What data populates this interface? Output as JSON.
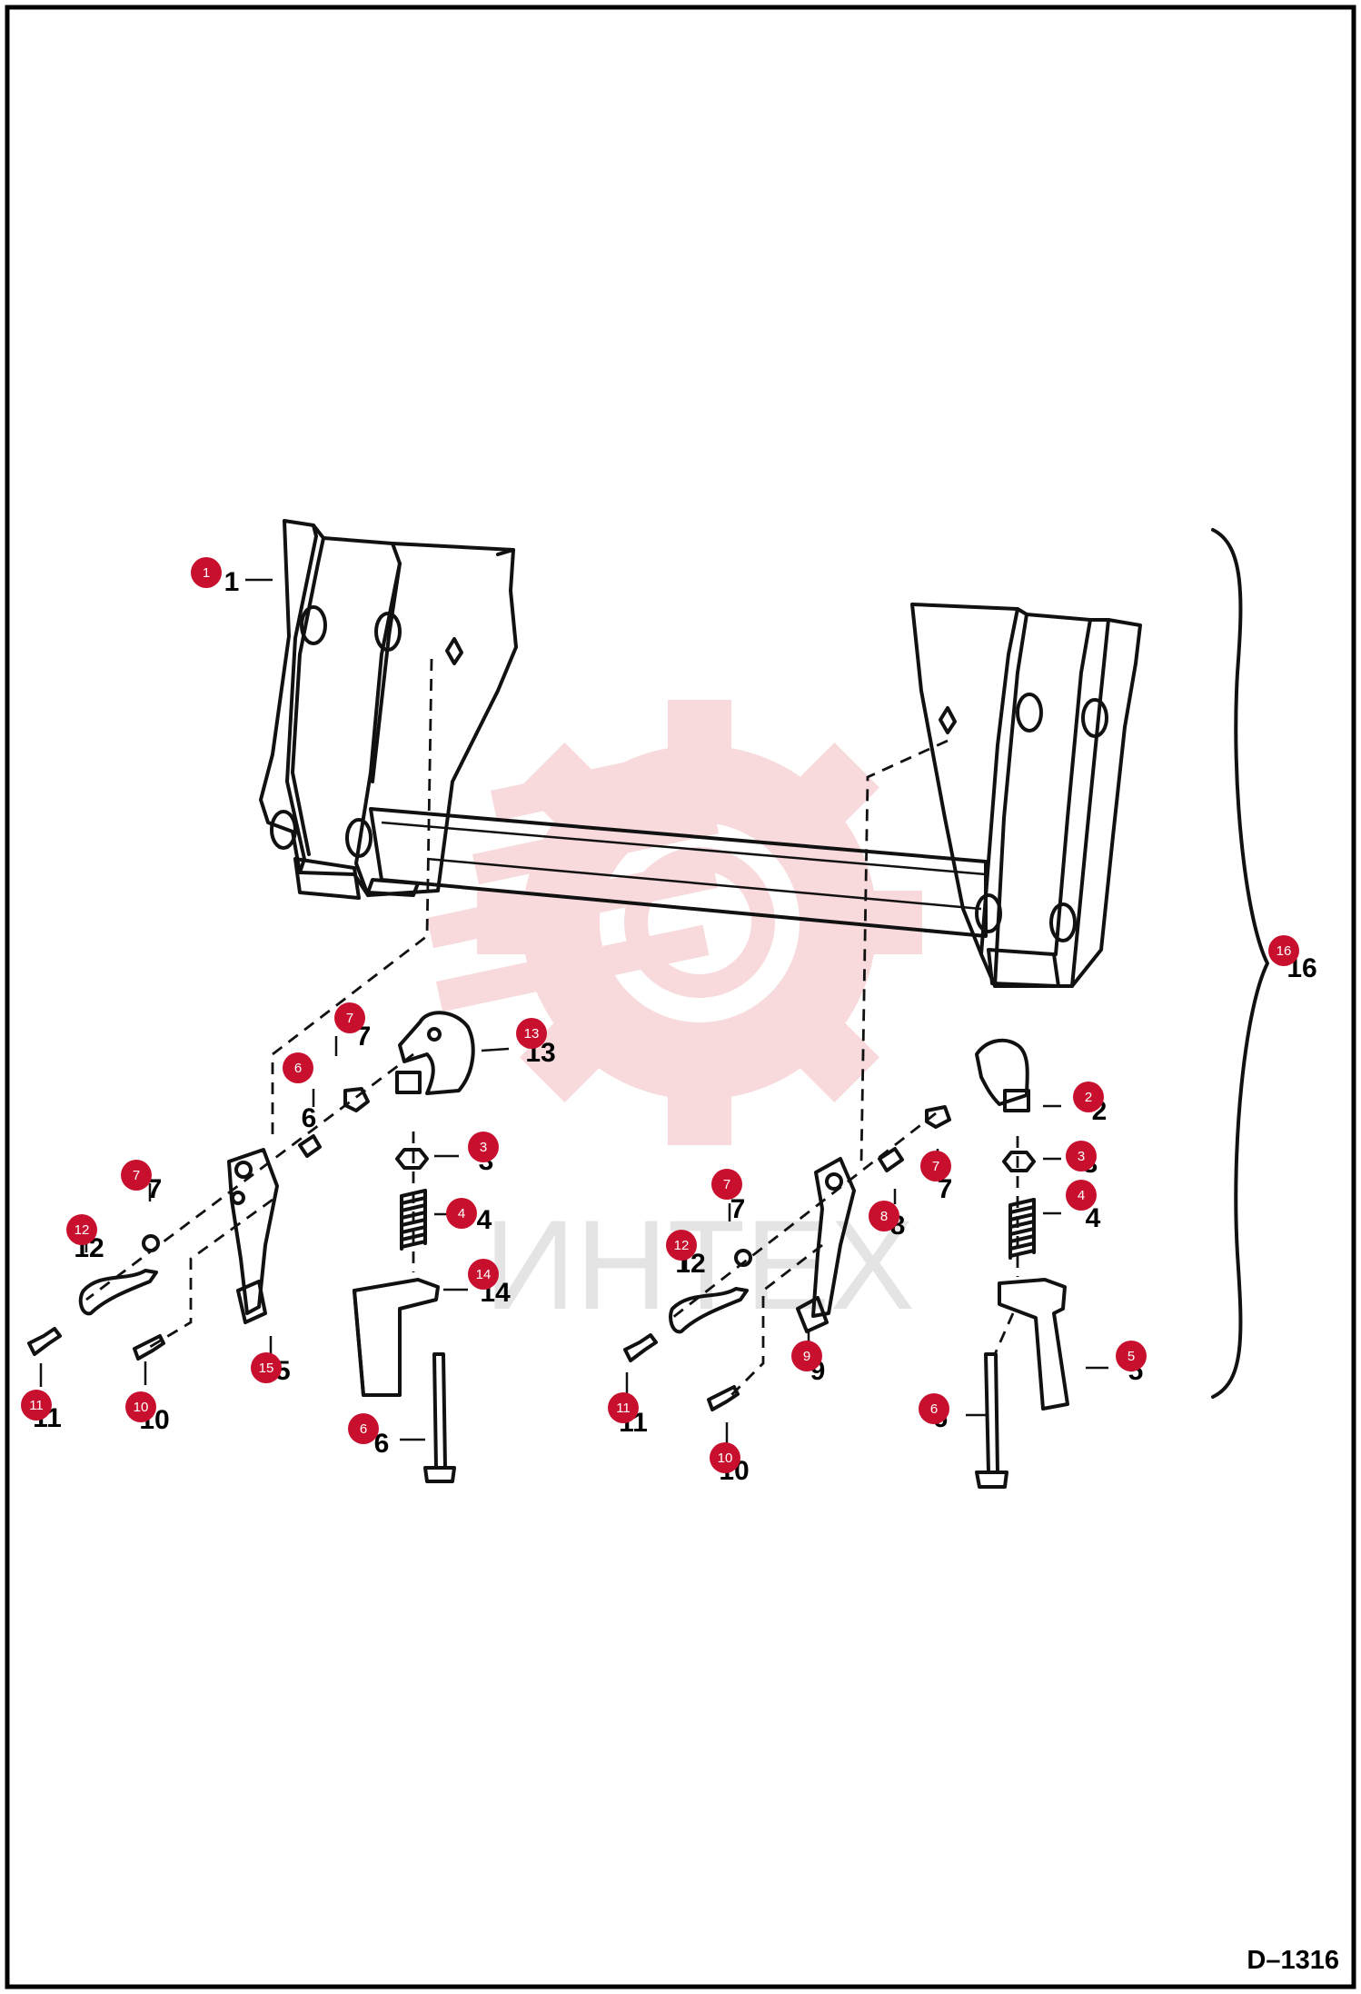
{
  "drawing_code": "D–1316",
  "watermark": {
    "text": "ИНТЕХ",
    "color": "#f7d3d6"
  },
  "marker_color": "#c8102e",
  "callouts": [
    {
      "id": "c1",
      "num": "1"
    },
    {
      "id": "c2",
      "num": "2"
    },
    {
      "id": "c3a",
      "num": "3"
    },
    {
      "id": "c3b",
      "num": "3"
    },
    {
      "id": "c4a",
      "num": "4"
    },
    {
      "id": "c4b",
      "num": "4"
    },
    {
      "id": "c5",
      "num": "5"
    },
    {
      "id": "c6a",
      "num": "6"
    },
    {
      "id": "c6b",
      "num": "6"
    },
    {
      "id": "c6c",
      "num": "6"
    },
    {
      "id": "c7a",
      "num": "7"
    },
    {
      "id": "c7b",
      "num": "7"
    },
    {
      "id": "c7c",
      "num": "7"
    },
    {
      "id": "c7d",
      "num": "7"
    },
    {
      "id": "c8",
      "num": "8"
    },
    {
      "id": "c9",
      "num": "9"
    },
    {
      "id": "c10a",
      "num": "10"
    },
    {
      "id": "c10b",
      "num": "10"
    },
    {
      "id": "c11a",
      "num": "11"
    },
    {
      "id": "c11b",
      "num": "11"
    },
    {
      "id": "c12a",
      "num": "12"
    },
    {
      "id": "c12b",
      "num": "12"
    },
    {
      "id": "c13",
      "num": "13"
    },
    {
      "id": "c14",
      "num": "14"
    },
    {
      "id": "c15",
      "num": "15"
    },
    {
      "id": "c16",
      "num": "16"
    }
  ]
}
